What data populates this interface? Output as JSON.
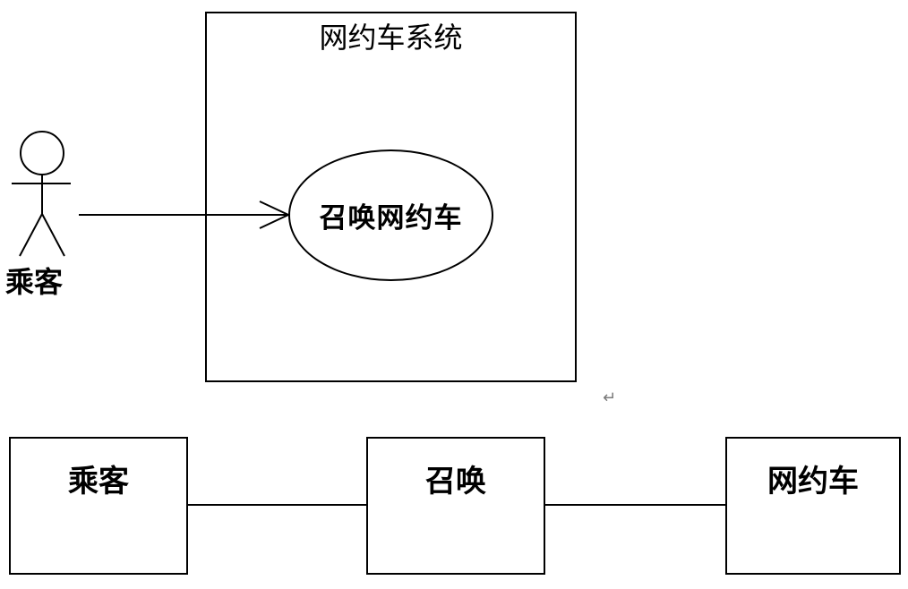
{
  "use_case_diagram": {
    "system_title": "网约车系统",
    "actor": {
      "label": "乘客",
      "icon": "stick-figure-icon"
    },
    "use_case": {
      "label": "召唤网约车"
    }
  },
  "paragraph_mark": "↵",
  "relationship_diagram": {
    "boxes": [
      {
        "label": "乘客"
      },
      {
        "label": "召唤"
      },
      {
        "label": "网约车"
      }
    ]
  }
}
